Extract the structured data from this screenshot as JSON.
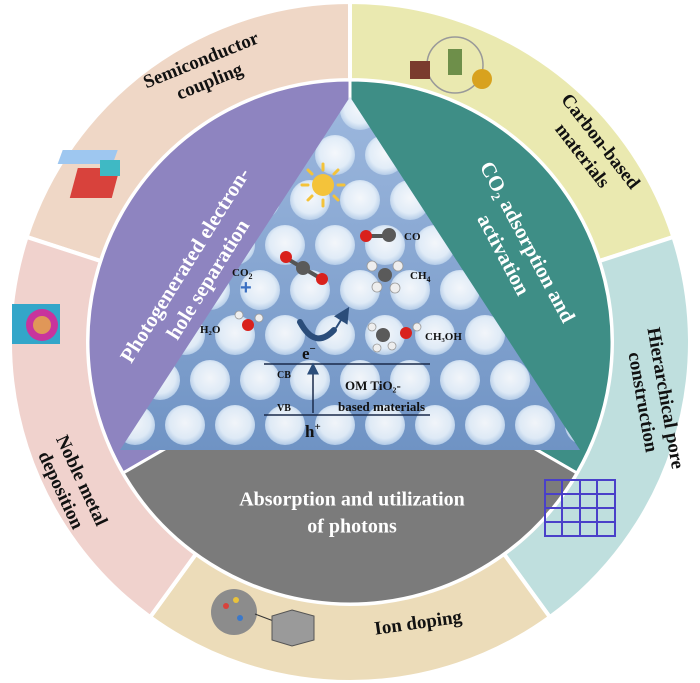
{
  "outer_ring": [
    {
      "lines": [
        "Semiconductor",
        "coupling"
      ],
      "color": "#efd7c6"
    },
    {
      "lines": [
        "Carbon-based",
        "materials"
      ],
      "color": "#eae9b0"
    },
    {
      "lines": [
        "Hierarchical pore",
        "construction"
      ],
      "color": "#bfdfde"
    },
    {
      "lines": [
        "Ion doping"
      ],
      "color": "#ecdcb9"
    },
    {
      "lines": [
        "Noble metal",
        "deposition"
      ],
      "color": "#f0d2cd"
    }
  ],
  "inner_ring": [
    {
      "lines": [
        "Photogenerated electron-",
        "hole separation"
      ],
      "color": "#8e84c0"
    },
    {
      "lines": [
        "CO₂ adsorption  and",
        "activation"
      ],
      "color": "#3e8e86"
    },
    {
      "lines": [
        "Absorption  and utilization",
        "of photons"
      ],
      "color": "#7b7b7b"
    }
  ],
  "center": {
    "molecules": {
      "co2": "CO",
      "co2_sub": "2",
      "h2o": "H₂O",
      "co": "CO",
      "ch4": "CH",
      "ch4_sub": "4",
      "ch3oh": "CH₃OH"
    },
    "electron": "e",
    "electron_sup": "−",
    "hole": "h",
    "hole_sup": "+",
    "cb": "CB",
    "vb": "VB",
    "material_line1": "OM TiO₂-",
    "material_line2": "based materials"
  },
  "colors": {
    "triangle_bg": "#7fa6d4",
    "arrow": "#2b4d7a",
    "sun": "#f4c33a"
  }
}
